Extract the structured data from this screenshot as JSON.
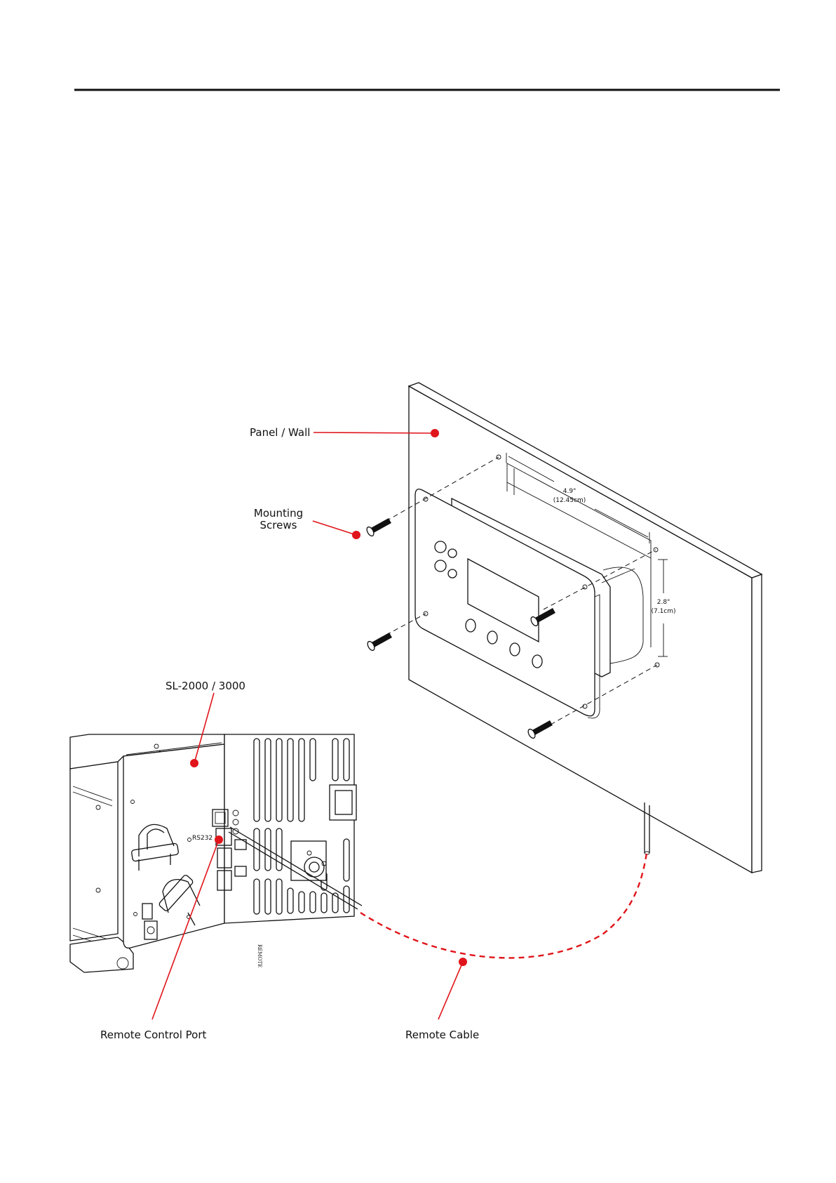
{
  "labels": {
    "panel_wall": "Panel / Wall",
    "mounting_screws_line1": "Mounting",
    "mounting_screws_line2": "Screws",
    "unit_model": "SL-2000 / 3000",
    "remote_control_port": "Remote Control Port",
    "remote_cable": "Remote Cable",
    "rs232": "RS232",
    "remote_vertical": "REMOTE"
  },
  "dimensions": {
    "width_in": "4.9\"",
    "width_cm": "(12.45cm)",
    "height_in": "2.8\"",
    "height_cm": "(7.1cm)"
  },
  "colors": {
    "callout": "#e0151b",
    "line": "#111111"
  }
}
